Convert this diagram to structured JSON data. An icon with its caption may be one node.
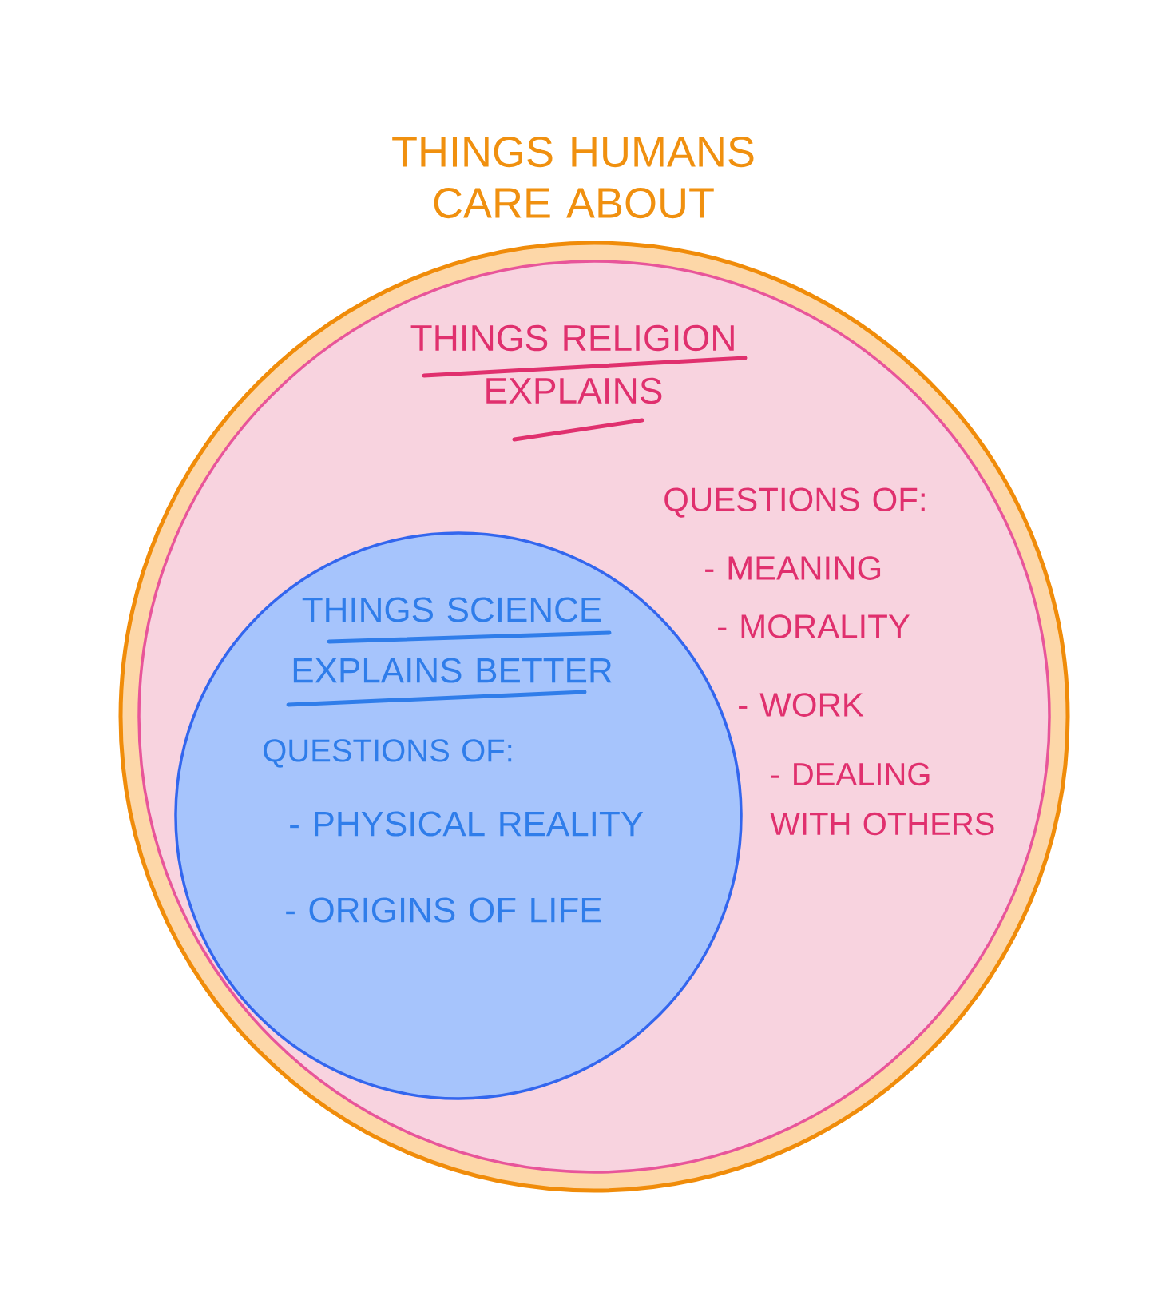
{
  "diagram": {
    "nodes": [
      {
        "text": [
          "THINGS HUMANS CARE ABOUT"
        ]
      },
      {
        "text": [
          "THINGS RELIGION EXPLAINS",
          "QUESTIONS OF:",
          "- MEANING",
          "- MORALITY",
          "- WORK",
          "- DEALING WITH OTHERS"
        ],
        "in": 0
      },
      {
        "text": [
          "THINGS SCIENCE EXPLAINS BETTER",
          "QUESTIONS OF:",
          "- PHYSICAL REALITY",
          "- ORIGINS OF LIFE"
        ],
        "in": 1
      }
    ]
  }
}
